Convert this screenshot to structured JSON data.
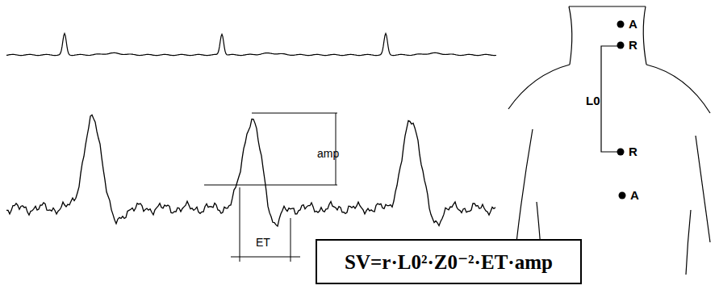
{
  "diagram": {
    "nodes": [
      {
        "text": [
          "SV=r·L0²·Z0⁻²·ET·amp"
        ]
      }
    ],
    "edges": [],
    "labels": [
      "amp",
      "ET",
      "A",
      "R",
      "L0",
      "R",
      "A"
    ]
  }
}
